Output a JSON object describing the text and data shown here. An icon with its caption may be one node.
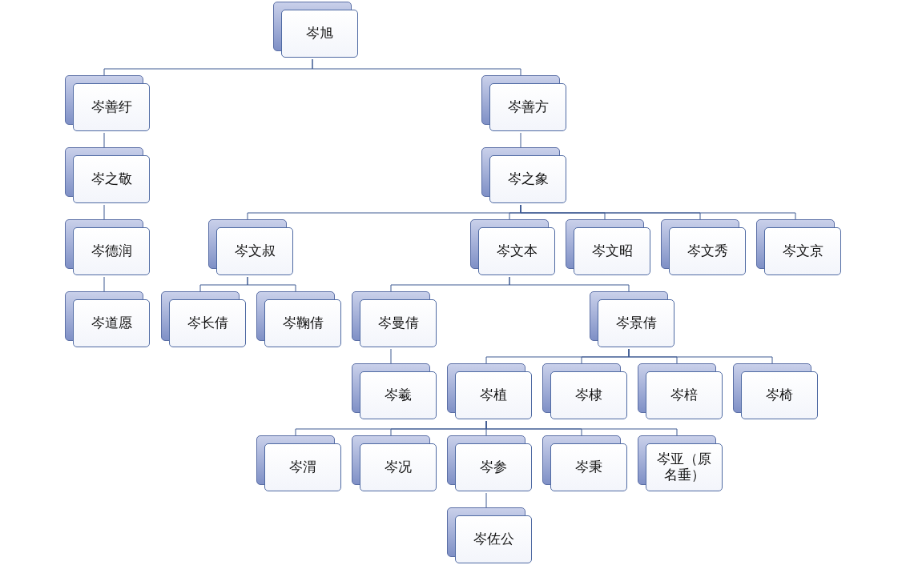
{
  "diagram": {
    "nodes": [
      {
        "text": [
          "岑旭"
        ]
      },
      {
        "text": [
          "岑善纡"
        ]
      },
      {
        "text": [
          "岑善方"
        ]
      },
      {
        "text": [
          "岑之敬"
        ]
      },
      {
        "text": [
          "岑之象"
        ]
      },
      {
        "text": [
          "岑德润"
        ]
      },
      {
        "text": [
          "岑文叔"
        ]
      },
      {
        "text": [
          "岑文本"
        ]
      },
      {
        "text": [
          "岑文昭"
        ]
      },
      {
        "text": [
          "岑文秀"
        ]
      },
      {
        "text": [
          "岑文京"
        ]
      },
      {
        "text": [
          "岑道愿"
        ]
      },
      {
        "text": [
          "岑长倩"
        ]
      },
      {
        "text": [
          "岑鞠倩"
        ]
      },
      {
        "text": [
          "岑曼倩"
        ]
      },
      {
        "text": [
          "岑景倩"
        ]
      },
      {
        "text": [
          "岑羲"
        ]
      },
      {
        "text": [
          "岑植"
        ]
      },
      {
        "text": [
          "岑棣"
        ]
      },
      {
        "text": [
          "岑棓"
        ]
      },
      {
        "text": [
          "岑椅"
        ]
      },
      {
        "text": [
          "岑渭"
        ]
      },
      {
        "text": [
          "岑况"
        ]
      },
      {
        "text": [
          "岑参"
        ]
      },
      {
        "text": [
          "岑秉"
        ]
      },
      {
        "text": [
          "岑亚（原名垂）"
        ]
      },
      {
        "text": [
          "岑佐公"
        ]
      }
    ],
    "edges": [
      {
        "from": 0,
        "to": 1,
        "arrow": "none"
      },
      {
        "from": 0,
        "to": 2,
        "arrow": "none"
      },
      {
        "from": 1,
        "to": 3,
        "arrow": "none"
      },
      {
        "from": 2,
        "to": 4,
        "arrow": "none"
      },
      {
        "from": 3,
        "to": 5,
        "arrow": "none"
      },
      {
        "from": 4,
        "to": 6,
        "arrow": "none"
      },
      {
        "from": 4,
        "to": 7,
        "arrow": "none"
      },
      {
        "from": 4,
        "to": 8,
        "arrow": "none"
      },
      {
        "from": 4,
        "to": 9,
        "arrow": "none"
      },
      {
        "from": 4,
        "to": 10,
        "arrow": "none"
      },
      {
        "from": 5,
        "to": 11,
        "arrow": "none"
      },
      {
        "from": 6,
        "to": 12,
        "arrow": "none"
      },
      {
        "from": 6,
        "to": 13,
        "arrow": "none"
      },
      {
        "from": 7,
        "to": 14,
        "arrow": "none"
      },
      {
        "from": 7,
        "to": 15,
        "arrow": "none"
      },
      {
        "from": 14,
        "to": 16,
        "arrow": "none"
      },
      {
        "from": 15,
        "to": 17,
        "arrow": "none"
      },
      {
        "from": 15,
        "to": 18,
        "arrow": "none"
      },
      {
        "from": 15,
        "to": 19,
        "arrow": "none"
      },
      {
        "from": 15,
        "to": 20,
        "arrow": "none"
      },
      {
        "from": 17,
        "to": 21,
        "arrow": "none"
      },
      {
        "from": 17,
        "to": 22,
        "arrow": "none"
      },
      {
        "from": 17,
        "to": 23,
        "arrow": "none"
      },
      {
        "from": 17,
        "to": 24,
        "arrow": "none"
      },
      {
        "from": 17,
        "to": 25,
        "arrow": "none"
      },
      {
        "from": 23,
        "to": 26,
        "arrow": "none"
      }
    ]
  }
}
